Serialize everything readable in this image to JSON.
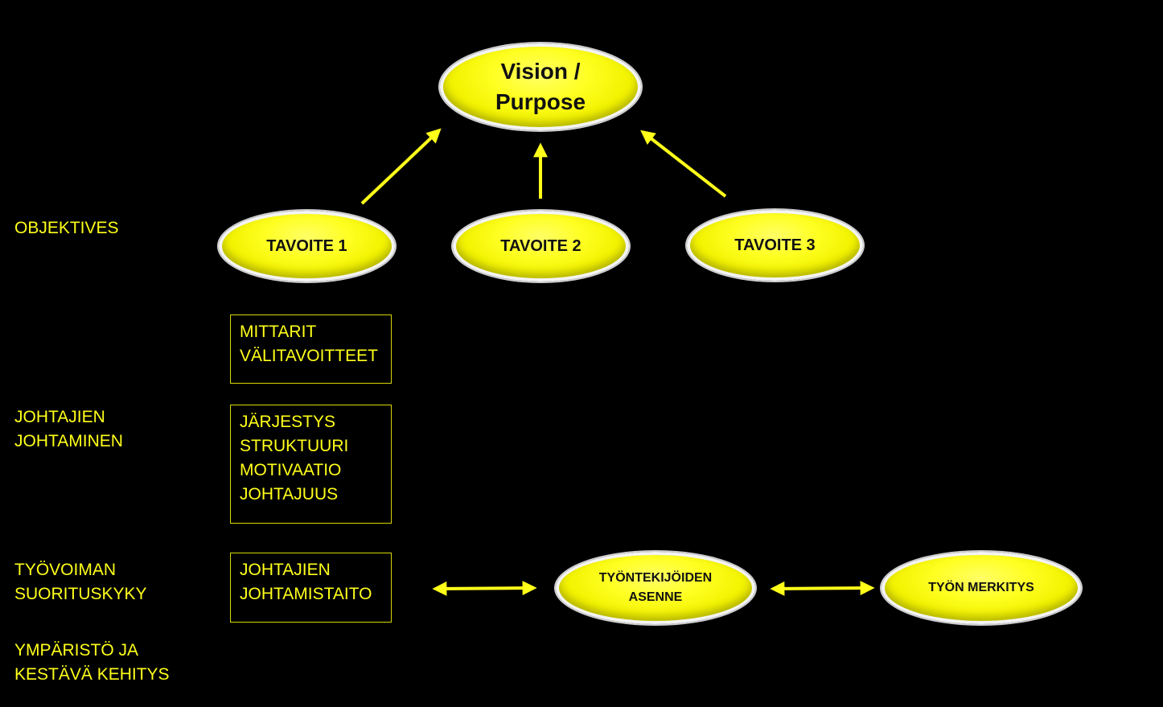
{
  "vision": {
    "line1": "Vision /",
    "line2": "Purpose"
  },
  "goals": [
    {
      "label": "TAVOITE 1"
    },
    {
      "label": "TAVOITE 2"
    },
    {
      "label": "TAVOITE 3"
    }
  ],
  "side_labels": {
    "objectives": "OBJEKTIVES",
    "leadership": [
      "JOHTAJIEN",
      "JOHTAMINEN"
    ],
    "workforce": [
      "TYÖVOIMAN",
      "SUORITUSKYKY"
    ],
    "environment": [
      "YMPÄRISTÖ JA",
      "KESTÄVÄ KEHITYS"
    ]
  },
  "boxes": {
    "metrics": [
      "MITTARIT",
      "VÄLITAVOITTEET"
    ],
    "structure": [
      "JÄRJESTYS",
      "STRUKTUURI",
      "MOTIVAATIO",
      "JOHTAJUUS"
    ],
    "skill": [
      "JOHTAJIEN",
      "JOHTAMISTAITO"
    ]
  },
  "attitude": {
    "line1": "TYÖNTEKIJÖIDEN",
    "line2": "ASENNE"
  },
  "meaning": {
    "label": "TYÖN MERKITYS"
  },
  "colors": {
    "accent": "#ffff1a",
    "background": "#000000"
  }
}
